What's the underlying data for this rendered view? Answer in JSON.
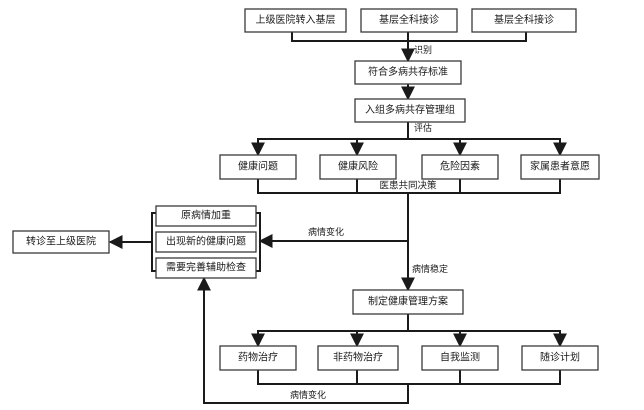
{
  "sources": [
    "上级医院转入基层",
    "基层全科接诊",
    "基层全科接诊"
  ],
  "edge_labels": {
    "identify": "识别",
    "assess": "评估",
    "change_top": "病情变化",
    "stable": "病情稳定",
    "change_bottom": "病情变化"
  },
  "steps": {
    "criteria": "符合多病共存标准",
    "group": "入组多病共存管理组",
    "decision": "医患共同决策",
    "plan": "制定健康管理方案",
    "referral": "转诊至上级医院"
  },
  "assessment_items": [
    "健康问题",
    "健康风险",
    "危险因素",
    "家属患者意愿"
  ],
  "change_items": [
    "原病情加重",
    "出现新的健康问题",
    "需要完善辅助检查"
  ],
  "plan_items": [
    "药物治疗",
    "非药物治疗",
    "自我监测",
    "随诊计划"
  ]
}
